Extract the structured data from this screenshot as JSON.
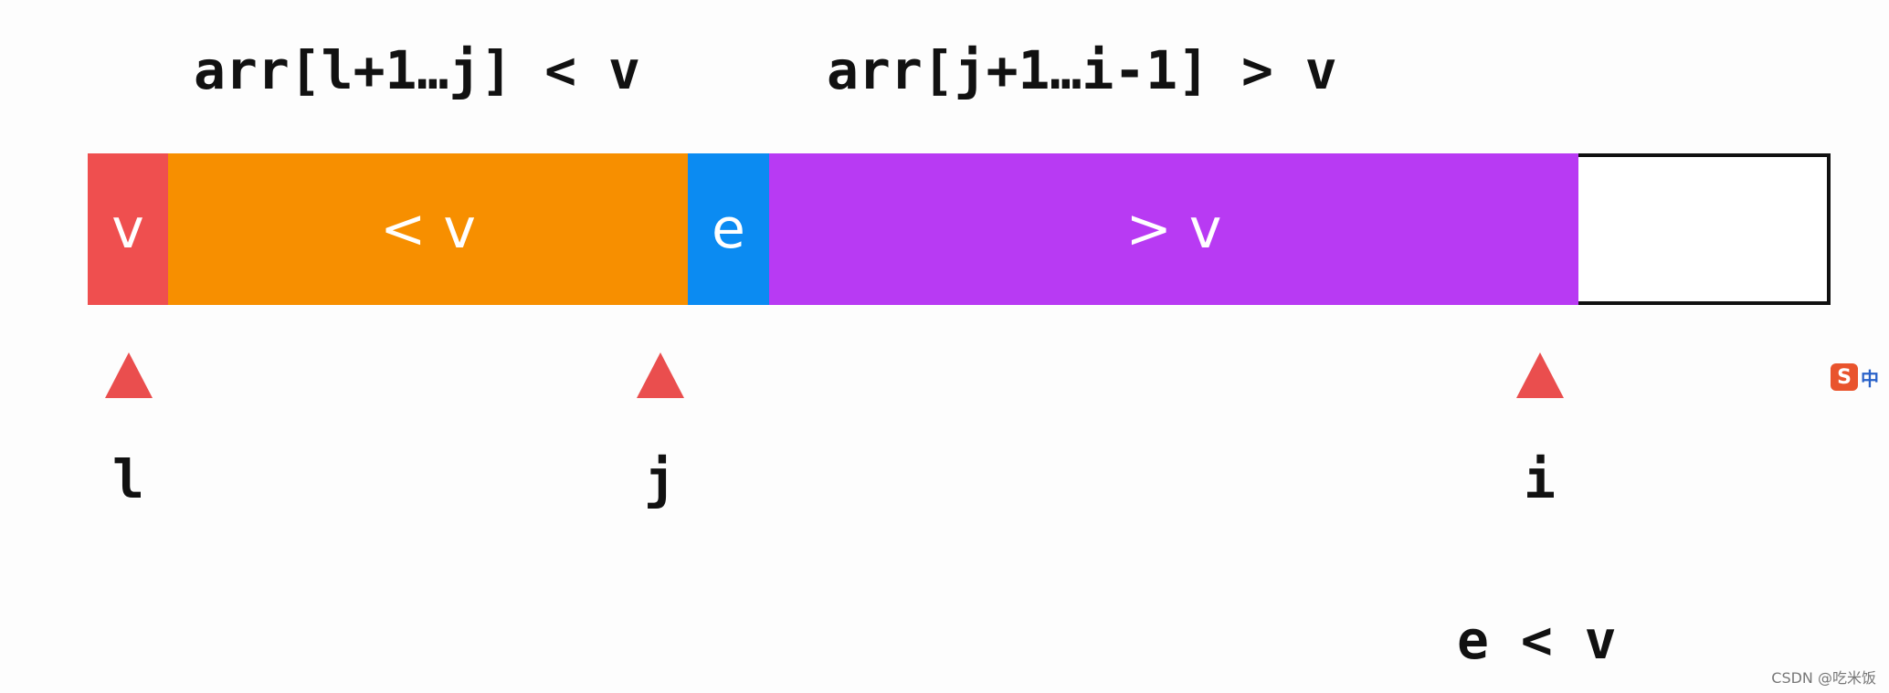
{
  "top_labels": {
    "left": "arr[l+1…j] < v",
    "right": "arr[j+1…i-1] > v"
  },
  "bar": {
    "v": "v",
    "less": "< v",
    "e": "e",
    "greater": "> v"
  },
  "indices": {
    "l": "l",
    "j": "j",
    "i": "i"
  },
  "condition": "e < v",
  "ime": {
    "s": "S",
    "zh": "中"
  },
  "watermark": "CSDN @吃米饭",
  "colors": {
    "v": "#ef4f4f",
    "less": "#f78f00",
    "e": "#0b8bf2",
    "greater": "#b83af3",
    "pointer": "#ea4e4e"
  }
}
